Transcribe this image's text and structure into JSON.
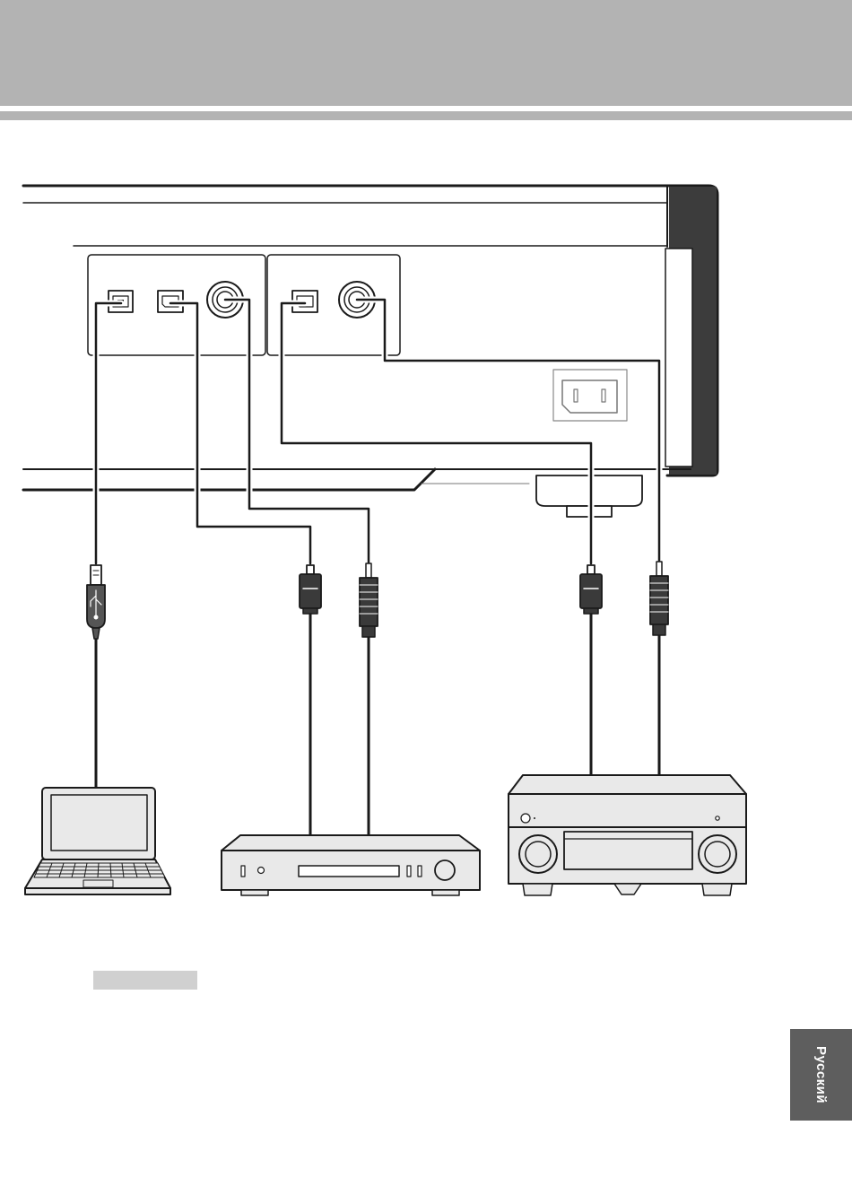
{
  "page": {
    "language_tab": "Русский"
  },
  "colors": {
    "header_band": "#b3b3b3",
    "language_tab": "#5e5e5e",
    "note_box": "#d0d0d0",
    "device_fill": "#e9e9e9",
    "line": "#1a1a1a"
  },
  "diagram": {
    "connections": [
      {
        "from": "usb-port",
        "to": "laptop",
        "cable": "usb-cable"
      },
      {
        "from": "optical-out-1",
        "to": "network-player",
        "cable": "optical-cable"
      },
      {
        "from": "coaxial-out-1",
        "to": "network-player",
        "cable": "coaxial-cable"
      },
      {
        "from": "optical-out-2",
        "to": "av-receiver",
        "cable": "optical-cable"
      },
      {
        "from": "coaxial-out-2",
        "to": "av-receiver",
        "cable": "coaxial-cable"
      }
    ]
  }
}
